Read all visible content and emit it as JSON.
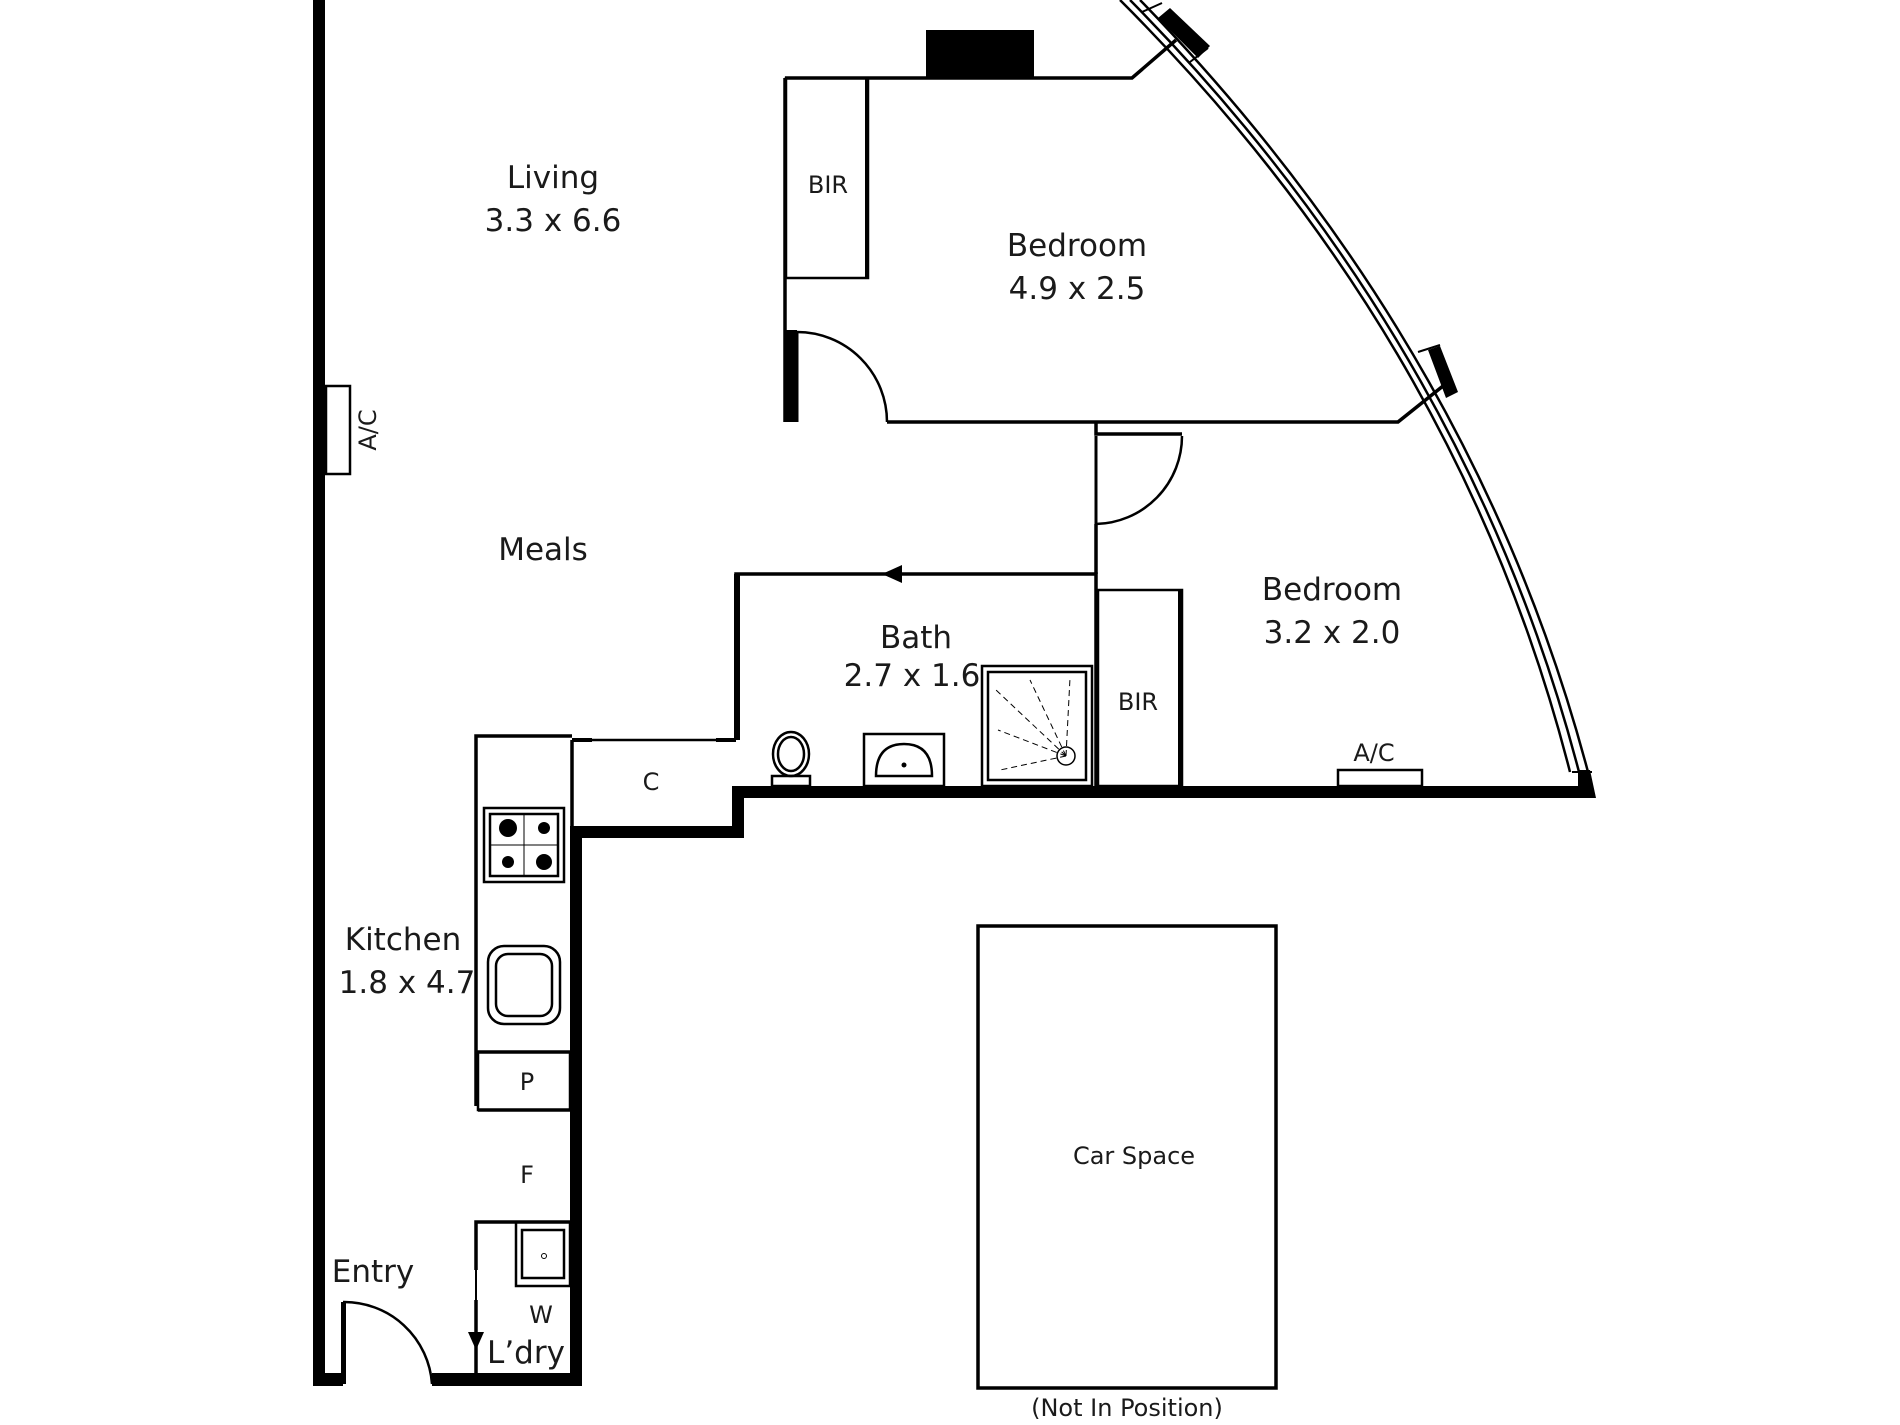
{
  "rooms": {
    "living": {
      "name": "Living",
      "size": "3.3 x 6.6"
    },
    "meals": {
      "name": "Meals"
    },
    "bedroom1": {
      "name": "Bedroom",
      "size": "4.9 x 2.5"
    },
    "bedroom2": {
      "name": "Bedroom",
      "size": "3.2 x 2.0"
    },
    "bath": {
      "name": "Bath",
      "size": "2.7 x 1.6"
    },
    "kitchen": {
      "name": "Kitchen",
      "size": "1.8 x 4.7"
    },
    "entry": {
      "name": "Entry"
    },
    "laundry": {
      "name": "L’dry"
    },
    "car_space": {
      "name": "Car Space",
      "note": "(Not In Position)"
    }
  },
  "fixtures": {
    "bir_1": "BIR",
    "bir_2": "BIR",
    "ac_1": "A/C",
    "ac_2": "A/C",
    "cupboard": "C",
    "pantry": "P",
    "fridge": "F",
    "washer": "W"
  },
  "colors": {
    "wall": "#000000",
    "background": "#ffffff"
  }
}
